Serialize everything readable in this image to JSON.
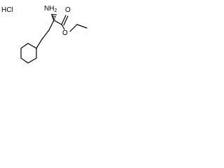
{
  "molecule": {
    "salt_label": "HCl",
    "amine_label": "NH",
    "amine_subscript": "2",
    "carbonyl_oxygen_label": "O",
    "ester_oxygen_label": "O"
  }
}
